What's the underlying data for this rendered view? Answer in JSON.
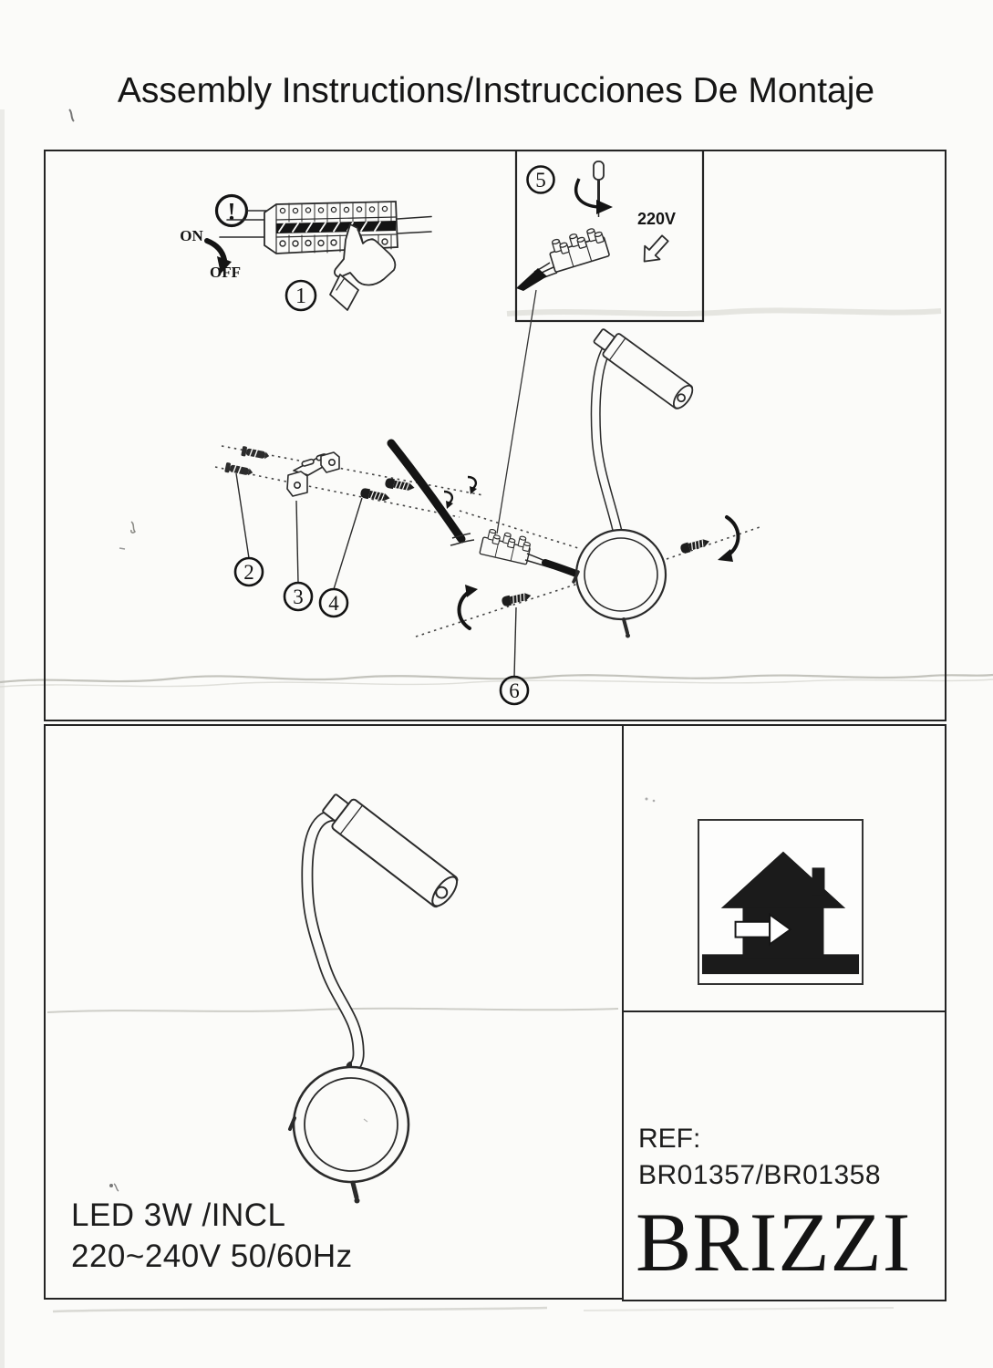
{
  "title": "Assembly Instructions/Instrucciones De Montaje",
  "steps": {
    "s1": "1",
    "s2": "2",
    "s3": "3",
    "s4": "4",
    "s5": "5",
    "s6": "6"
  },
  "labels": {
    "warning": "!",
    "on": "ON",
    "off": "OFF",
    "voltage": "220V"
  },
  "spec": {
    "line1": "LED 3W /INCL",
    "line2": "220~240V 50/60Hz"
  },
  "reference": {
    "label": "REF:",
    "numbers": "BR01357/BR01358",
    "brand": "BRIZZI"
  },
  "colors": {
    "ink": "#1f1f1f",
    "border": "#242424",
    "paper": "#fbfbf9",
    "diagram_line": "#2b2b2b"
  }
}
